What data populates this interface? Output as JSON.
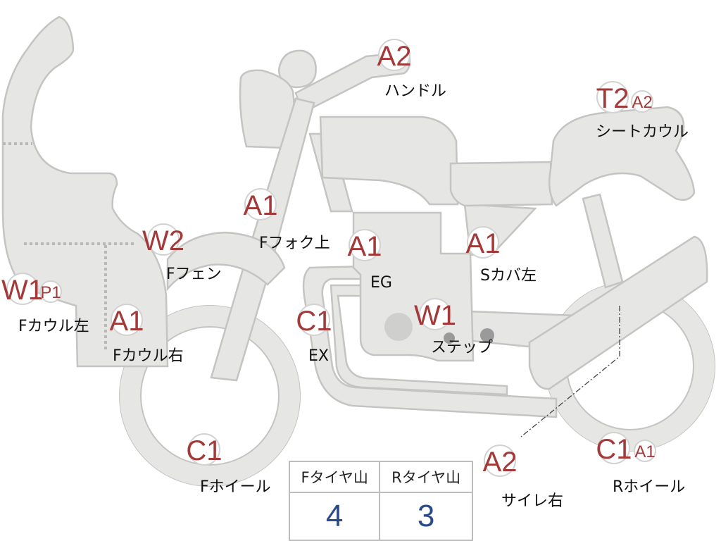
{
  "parts": [
    {
      "id": "handle",
      "label": "ハンドル",
      "grades": [
        "A2"
      ]
    },
    {
      "id": "seat_cowl",
      "label": "シートカウル",
      "grades": [
        "T2",
        "A2"
      ]
    },
    {
      "id": "front_fork_upper",
      "label": "Fフォク上",
      "grades": [
        "A1"
      ]
    },
    {
      "id": "engine",
      "label": "EG",
      "grades": [
        "A1"
      ]
    },
    {
      "id": "side_cover_left",
      "label": "Sカバ左",
      "grades": [
        "A1"
      ]
    },
    {
      "id": "front_fender",
      "label": "Fフェン",
      "grades": [
        "W2"
      ]
    },
    {
      "id": "front_cowl_left",
      "label": "Fカウル左",
      "grades": [
        "W1",
        "P1"
      ]
    },
    {
      "id": "front_cowl_right",
      "label": "Fカウル右",
      "grades": [
        "A1"
      ]
    },
    {
      "id": "exhaust",
      "label": "EX",
      "grades": [
        "C1"
      ]
    },
    {
      "id": "step",
      "label": "ステップ",
      "grades": [
        "W1"
      ]
    },
    {
      "id": "front_wheel",
      "label": "Fホイール",
      "grades": [
        "C1"
      ]
    },
    {
      "id": "silencer_right",
      "label": "サイレ右",
      "grades": [
        "A2"
      ]
    },
    {
      "id": "rear_wheel",
      "label": "Rホイール",
      "grades": [
        "C1",
        "A1"
      ]
    }
  ],
  "tire_tread": {
    "front_label": "Fタイヤ山",
    "front_value": "4",
    "rear_label": "Rタイヤ山",
    "rear_value": "3"
  },
  "colors": {
    "part_fill": "#e6e6e4",
    "part_outline": "#c4c4c2",
    "grade_text": "#a33a3a",
    "tread_value": "#2a4a8a"
  }
}
